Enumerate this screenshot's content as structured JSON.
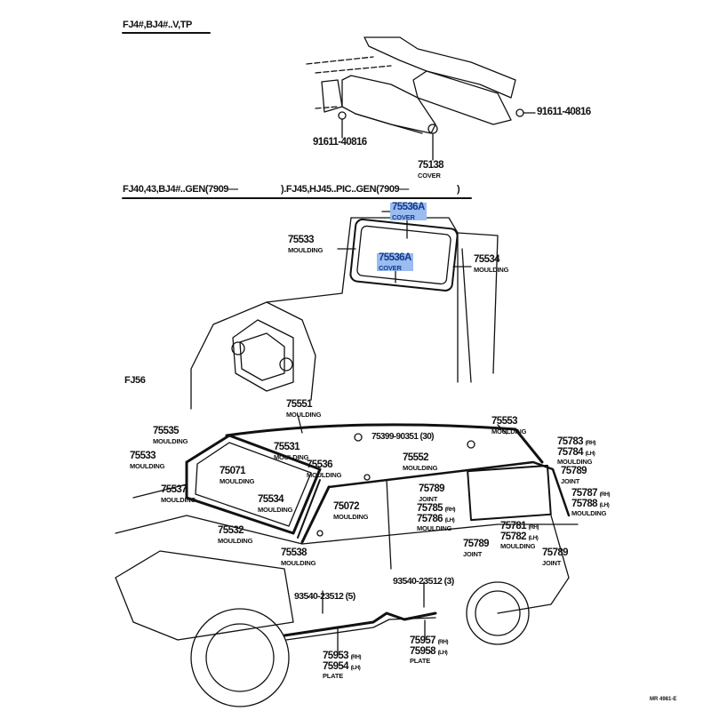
{
  "sections": [
    {
      "header": "FJ4#,BJ4#..V,TP"
    },
    {
      "header_left": "FJ40,43,BJ4#..GEN(7909—",
      "header_right": ").FJ45,HJ45..PIC..GEN(7909—",
      "header_end": ")"
    },
    {
      "header": "FJ56"
    }
  ],
  "parts": {
    "p91611a": {
      "num": "91611-40816"
    },
    "p91611b": {
      "num": "91611-40816"
    },
    "p75138": {
      "num": "75138",
      "name": "COVER"
    },
    "p75536A_top": {
      "num": "75536A",
      "name": "COVER"
    },
    "p75536A_low": {
      "num": "75536A",
      "name": "COVER"
    },
    "p75533_a": {
      "num": "75533",
      "name": "MOULDING"
    },
    "p75534_a": {
      "num": "75534",
      "name": "MOULDING"
    },
    "p75551": {
      "num": "75551",
      "name": "MOULDING"
    },
    "p75535": {
      "num": "75535",
      "name": "MOULDING"
    },
    "p75553": {
      "num": "75553",
      "name": "MOULDING"
    },
    "p75399": {
      "num": "75399-90351 (30)"
    },
    "p75783": {
      "num1": "75783",
      "side1": "(RH)",
      "num2": "75784",
      "side2": "(LH)",
      "name": "MOULDING"
    },
    "p75533_b": {
      "num": "75533",
      "name": "MOULDING"
    },
    "p75531": {
      "num": "75531",
      "name": "MOULDING"
    },
    "p75071": {
      "num": "75071",
      "name": "MOULDING"
    },
    "p75536": {
      "num": "75536",
      "name": "MOULDING"
    },
    "p75552": {
      "num": "75552",
      "name": "MOULDING"
    },
    "p75789_a": {
      "num": "75789",
      "name": "JOINT"
    },
    "p75537": {
      "num": "75537",
      "name": "MOULDING"
    },
    "p75534_b": {
      "num": "75534",
      "name": "MOULDING"
    },
    "p75072": {
      "num": "75072",
      "name": "MOULDING"
    },
    "p75789_b": {
      "num": "75789",
      "name": "JOINT"
    },
    "p75785": {
      "num1": "75785",
      "side1": "(RH)",
      "num2": "75786",
      "side2": "(LH)",
      "name": "MOULDING"
    },
    "p75787": {
      "num1": "75787",
      "side1": "(RH)",
      "num2": "75788",
      "side2": "(LH)",
      "name": "MOULDING"
    },
    "p75532": {
      "num": "75532",
      "name": "MOULDING"
    },
    "p75781": {
      "num1": "75781",
      "side1": "(RH)",
      "num2": "75782",
      "side2": "(LH)",
      "name": "MOULDING"
    },
    "p75538": {
      "num": "75538",
      "name": "MOULDING"
    },
    "p75789_c": {
      "num": "75789",
      "name": "JOINT"
    },
    "p75789_d": {
      "num": "75789",
      "name": "JOINT"
    },
    "p93540a": {
      "num": "93540-23512 (5)"
    },
    "p93540b": {
      "num": "93540-23512 (3)"
    },
    "p75957": {
      "num1": "75957",
      "side1": "(RH)",
      "num2": "75958",
      "side2": "(LH)",
      "name": "PLATE"
    },
    "p75953": {
      "num1": "75953",
      "side1": "(RH)",
      "num2": "75954",
      "side2": "(LH)",
      "name": "PLATE"
    }
  },
  "drawing_code": "MR 4981-E",
  "colors": {
    "highlight": "#9bbcf0",
    "highlight_text": "#123a8c",
    "ink": "#111111"
  }
}
